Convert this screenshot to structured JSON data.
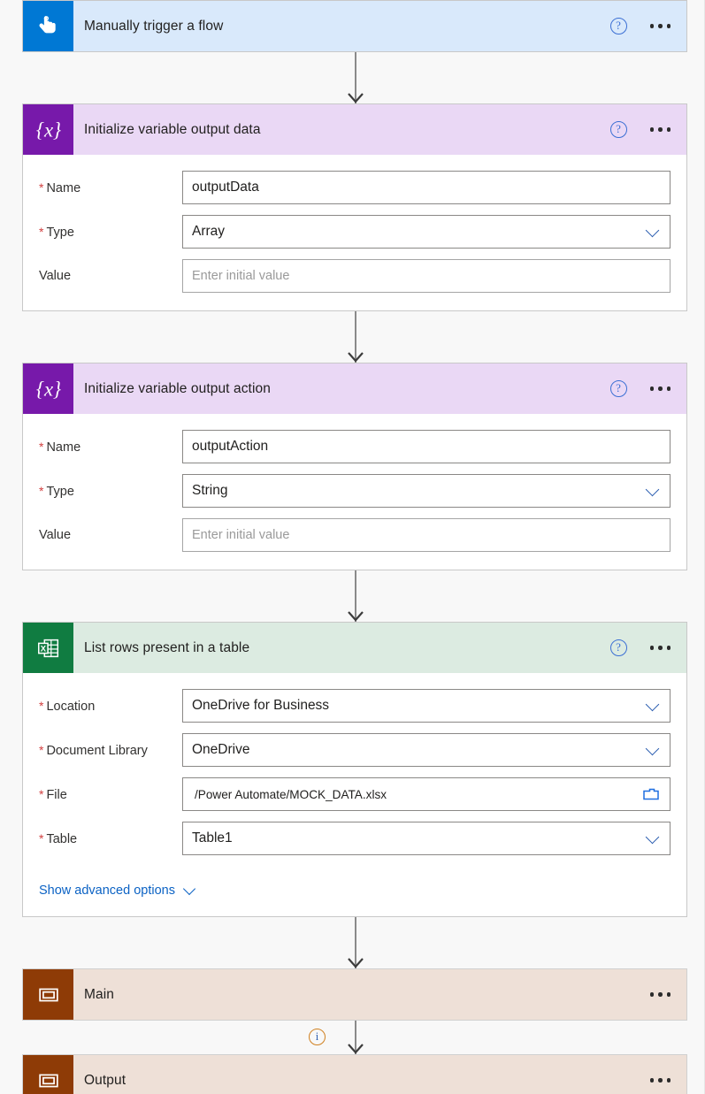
{
  "flow": {
    "nodes": [
      {
        "id": "trigger",
        "title": "Manually trigger a flow",
        "icon": "tap-hand-icon",
        "kind": "trigger",
        "has_help": true,
        "has_menu": true
      },
      {
        "id": "init-output-data",
        "title": "Initialize variable output data",
        "icon": "variable-braces-icon",
        "kind": "variable",
        "has_help": true,
        "has_menu": true,
        "fields": [
          {
            "label": "Name",
            "required": true,
            "value": "outputData",
            "control": "text"
          },
          {
            "label": "Type",
            "required": true,
            "value": "Array",
            "control": "select"
          },
          {
            "label": "Value",
            "required": false,
            "placeholder": "Enter initial value",
            "control": "text"
          }
        ]
      },
      {
        "id": "init-output-action",
        "title": "Initialize variable output action",
        "icon": "variable-braces-icon",
        "kind": "variable",
        "has_help": true,
        "has_menu": true,
        "fields": [
          {
            "label": "Name",
            "required": true,
            "value": "outputAction",
            "control": "text"
          },
          {
            "label": "Type",
            "required": true,
            "value": "String",
            "control": "select"
          },
          {
            "label": "Value",
            "required": false,
            "placeholder": "Enter initial value",
            "control": "text"
          }
        ]
      },
      {
        "id": "list-rows",
        "title": "List rows present in a table",
        "icon": "excel-table-icon",
        "kind": "excel",
        "has_help": true,
        "has_menu": true,
        "fields": [
          {
            "label": "Location",
            "required": true,
            "value": "OneDrive for Business",
            "control": "select"
          },
          {
            "label": "Document Library",
            "required": true,
            "value": "OneDrive",
            "control": "select"
          },
          {
            "label": "File",
            "required": true,
            "value": "/Power Automate/MOCK_DATA.xlsx",
            "control": "file"
          },
          {
            "label": "Table",
            "required": true,
            "value": "Table1",
            "control": "select"
          }
        ],
        "advanced_label": "Show advanced options"
      },
      {
        "id": "scope-main",
        "title": "Main",
        "icon": "scope-rectangle-icon",
        "kind": "scope",
        "has_help": false,
        "has_menu": true
      },
      {
        "id": "scope-output",
        "title": "Output",
        "icon": "scope-rectangle-icon",
        "kind": "scope",
        "has_help": false,
        "has_menu": true
      }
    ],
    "connectors": [
      {
        "id": "c1",
        "info": false
      },
      {
        "id": "c2",
        "info": false
      },
      {
        "id": "c3",
        "info": false
      },
      {
        "id": "c4",
        "info": false
      },
      {
        "id": "c5",
        "info": true,
        "info_glyph": "i"
      }
    ],
    "icons": {
      "help_glyph": "?",
      "menu_glyph": "…"
    },
    "colors": {
      "trigger_header": "#d9e9fb",
      "trigger_icon": "#0078d4",
      "variable_header": "#ead8f5",
      "variable_icon": "#7719aa",
      "excel_header": "#dcebe1",
      "excel_icon": "#107c41",
      "scope_header": "#eee0d7",
      "scope_icon": "#8e3b06",
      "required_asterisk": "#d24040",
      "link": "#0b62c4",
      "canvas": "#f8f8f8"
    }
  }
}
